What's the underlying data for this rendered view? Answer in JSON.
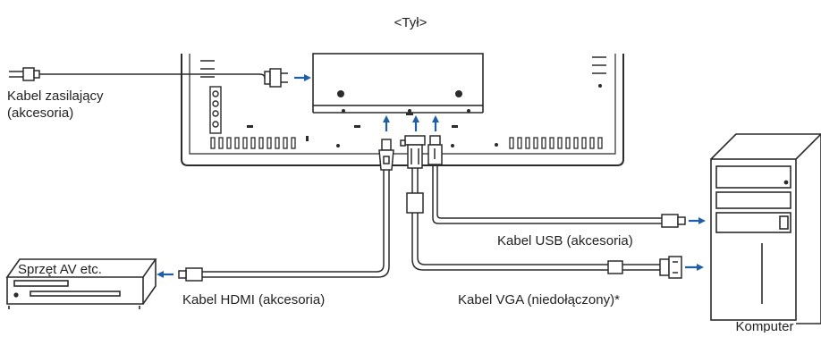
{
  "diagram": {
    "view_title": "<Tył>",
    "labels": {
      "power_cable": [
        "Kabel zasilający",
        "(akcesoria)"
      ],
      "usb_cable": "Kabel USB (akcesoria)",
      "hdmi_cable": "Kabel HDMI (akcesoria)",
      "vga_cable": "Kabel VGA (niedołączony)*",
      "av_device": "Sprzęt AV etc.",
      "computer": "Komputer"
    },
    "colors": {
      "outline": "#2b2b2b",
      "arrow": "#1f5fa8",
      "cable": "#444444"
    },
    "icons": [
      "power-plug-icon",
      "hdmi-plug-icon",
      "vga-plug-icon",
      "usb-plug-icon",
      "connection-arrow-icon"
    ]
  }
}
